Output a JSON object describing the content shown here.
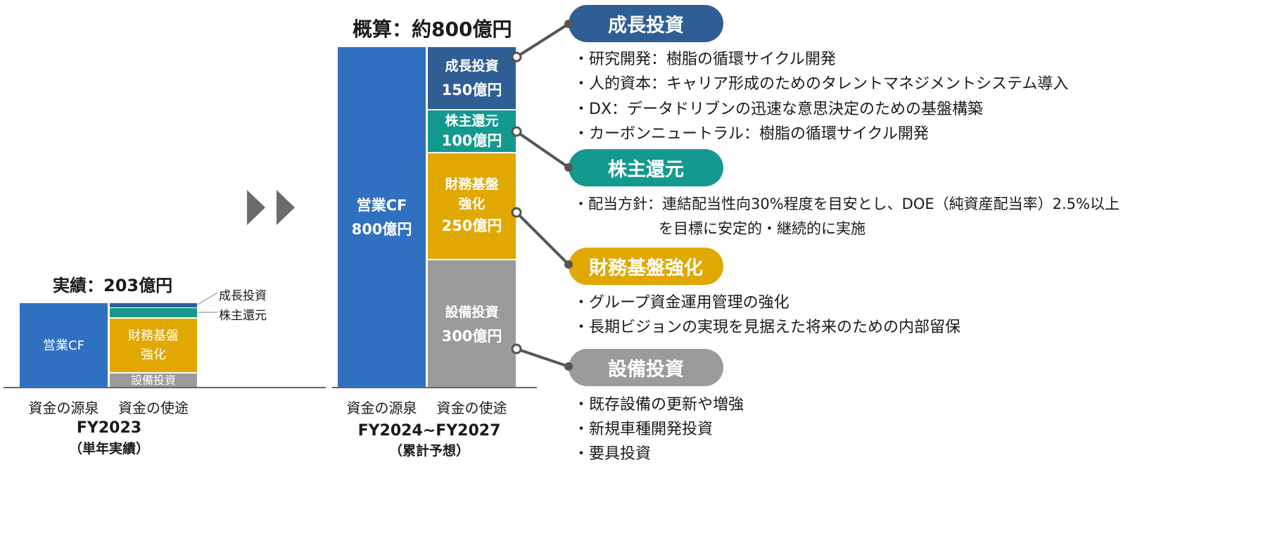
{
  "colors": {
    "source": "#3070c0",
    "growth": "#2e5e94",
    "shareholder": "#14998f",
    "financial": "#e0a800",
    "capex": "#9b9b9b"
  },
  "chart_data": [
    {
      "type": "bar",
      "stacked": true,
      "period": "FY2023",
      "period_note": "（単年実績）",
      "total_label": "実績：203億円",
      "categories": [
        "資金の源泉",
        "資金の使途"
      ],
      "source": {
        "label": "営業CF"
      },
      "uses": [
        {
          "name": "成長投資",
          "callout": "成長投資"
        },
        {
          "name": "株主還元",
          "callout": "株主還元"
        },
        {
          "name": "財務基盤強化",
          "label_lines": [
            "財務基盤",
            "強化"
          ]
        },
        {
          "name": "設備投資",
          "label_lines": [
            "設備投資"
          ]
        }
      ]
    },
    {
      "type": "bar",
      "stacked": true,
      "period": "FY2024~FY2027",
      "period_note": "（累計予想）",
      "total_label": "概算：約800億円",
      "categories": [
        "資金の源泉",
        "資金の使途"
      ],
      "source": {
        "label": "営業CF",
        "value_label": "800億円",
        "value": 800
      },
      "uses": [
        {
          "name": "成長投資",
          "value": 150,
          "label_lines": [
            "成長投資",
            "150億円"
          ]
        },
        {
          "name": "株主還元",
          "value": 100,
          "label_lines": [
            "株主還元",
            "100億円"
          ]
        },
        {
          "name": "財務基盤強化",
          "value": 250,
          "label_lines": [
            "財務基盤",
            "強化",
            "250億円"
          ]
        },
        {
          "name": "設備投資",
          "value": 300,
          "label_lines": [
            "設備投資",
            "300億円"
          ]
        }
      ]
    }
  ],
  "details": [
    {
      "title": "成長投資",
      "color": "#2e5e94",
      "bullets": [
        "・研究開発：樹脂の循環サイクル開発",
        "・人的資本：キャリア形成のためのタレントマネジメントシステム導入",
        "・DX：データドリブンの迅速な意思決定のための基盤構築",
        "・カーボンニュートラル：樹脂の循環サイクル開発"
      ]
    },
    {
      "title": "株主還元",
      "color": "#14998f",
      "bullets": [
        "・配当方針：連結配当性向30%程度を目安とし、DOE（純資産配当率）2.5%以上",
        "を目標に安定的・継続的に実施"
      ]
    },
    {
      "title": "財務基盤強化",
      "color": "#e0a800",
      "bullets": [
        "・グループ資金運用管理の強化",
        "・長期ビジョンの実現を見据えた将来のための内部留保"
      ]
    },
    {
      "title": "設備投資",
      "color": "#9b9b9b",
      "bullets": [
        "・既存設備の更新や増強",
        "・新規車種開発投資",
        "・要具投資"
      ]
    }
  ]
}
